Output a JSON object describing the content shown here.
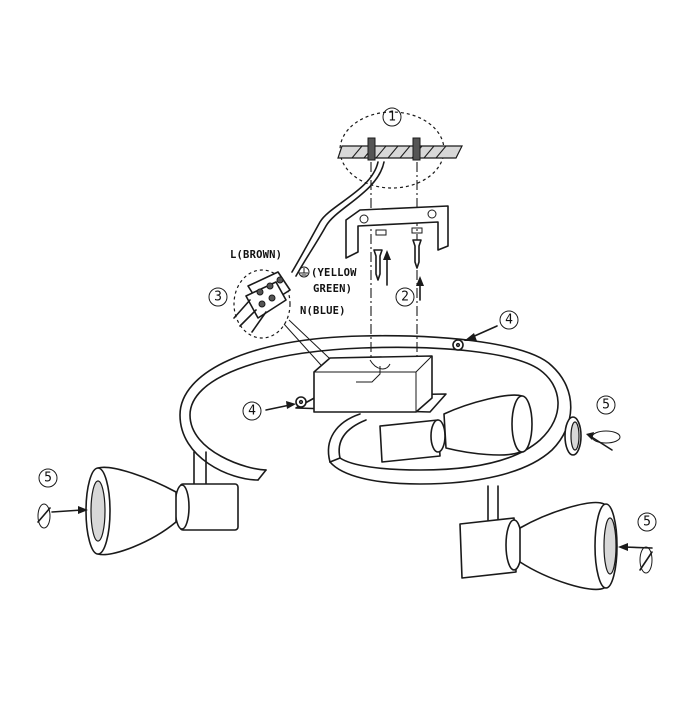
{
  "wires": {
    "live": "L(BROWN)",
    "earth_line1": "(YELLOW",
    "earth_line2": "GREEN)",
    "neutral": "N(BLUE)"
  },
  "steps": {
    "ceiling": "1",
    "bracket_screws": "2",
    "terminal_block": "3",
    "nut_right": "4",
    "nut_left": "4",
    "cap_right": "5",
    "cap_left": "5",
    "cap_lower_right": "5"
  },
  "colors": {
    "line": "#1a1a1a",
    "background": "#ffffff"
  }
}
